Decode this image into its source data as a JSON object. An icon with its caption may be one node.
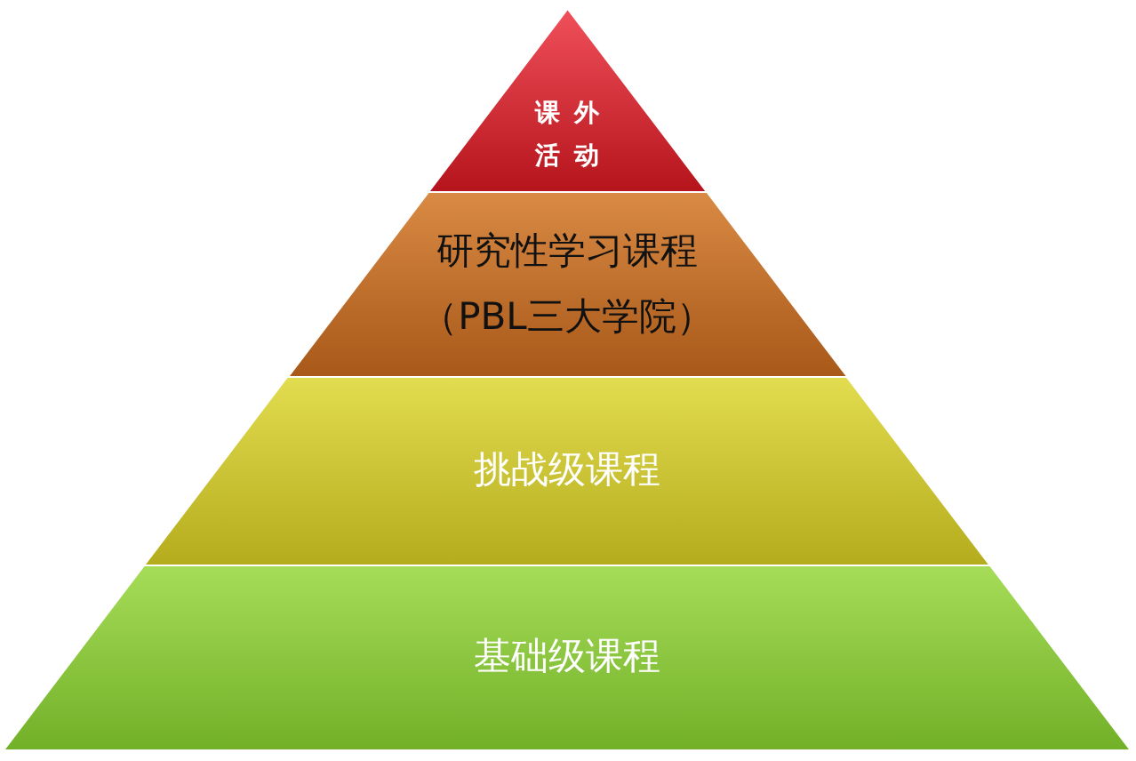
{
  "diagram": {
    "nodes": [
      {
        "text": [
          "课外活动"
        ]
      },
      {
        "text": [
          "研究性学习课程",
          "（PBL三大学院）"
        ]
      },
      {
        "text": [
          "挑战级课程"
        ]
      },
      {
        "text": [
          "基础级课程"
        ]
      }
    ]
  }
}
